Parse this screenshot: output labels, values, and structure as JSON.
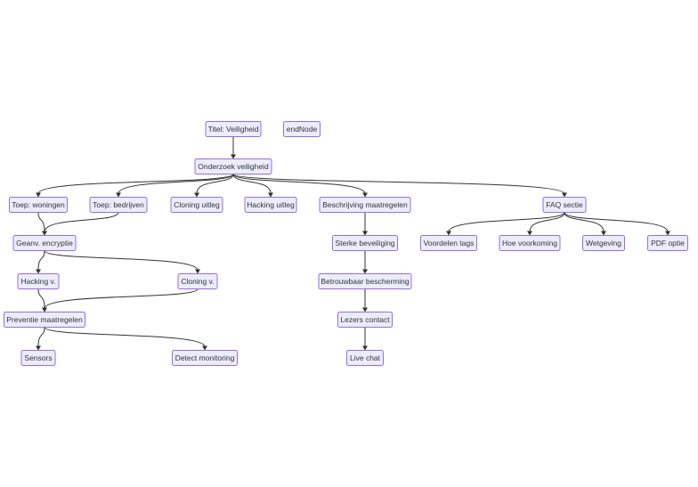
{
  "diagram": {
    "nodes": [
      {
        "id": "titel",
        "label": "Titel: Veiligheid"
      },
      {
        "id": "end",
        "label": "endNode"
      },
      {
        "id": "onderzoek",
        "label": "Onderzoek veiligheid"
      },
      {
        "id": "woningen",
        "label": "Toep: woningen"
      },
      {
        "id": "bedrijven",
        "label": "Toep: bedrijven"
      },
      {
        "id": "cloning_uitleg",
        "label": "Cloning uitleg"
      },
      {
        "id": "hacking_uitleg",
        "label": "Hacking uitleg"
      },
      {
        "id": "beschrijving",
        "label": "Beschrijving maatregelen"
      },
      {
        "id": "faq",
        "label": "FAQ sectie"
      },
      {
        "id": "encryptie",
        "label": "Geanv. encryptie"
      },
      {
        "id": "sterke",
        "label": "Sterke beveiliging"
      },
      {
        "id": "voordelen",
        "label": "Voordelen tags"
      },
      {
        "id": "hoe",
        "label": "Hoe voorkoming"
      },
      {
        "id": "wetgeving",
        "label": "Wetgeving"
      },
      {
        "id": "pdf",
        "label": "PDF optie"
      },
      {
        "id": "hacking_v",
        "label": "Hacking v."
      },
      {
        "id": "cloning_v",
        "label": "Cloning v."
      },
      {
        "id": "betrouwbaar",
        "label": "Betrouwbaar bescherming"
      },
      {
        "id": "preventie",
        "label": "Preventie maatregelen"
      },
      {
        "id": "lezers",
        "label": "Lezers contact"
      },
      {
        "id": "sensors",
        "label": "Sensors"
      },
      {
        "id": "detect",
        "label": "Detect monitoring"
      },
      {
        "id": "livechat",
        "label": "Live chat"
      }
    ],
    "edges": [
      {
        "from": "titel",
        "to": "onderzoek"
      },
      {
        "from": "onderzoek",
        "to": "woningen"
      },
      {
        "from": "onderzoek",
        "to": "bedrijven"
      },
      {
        "from": "onderzoek",
        "to": "cloning_uitleg"
      },
      {
        "from": "onderzoek",
        "to": "hacking_uitleg"
      },
      {
        "from": "onderzoek",
        "to": "beschrijving"
      },
      {
        "from": "onderzoek",
        "to": "faq"
      },
      {
        "from": "woningen",
        "to": "encryptie"
      },
      {
        "from": "bedrijven",
        "to": "encryptie"
      },
      {
        "from": "beschrijving",
        "to": "sterke"
      },
      {
        "from": "faq",
        "to": "voordelen"
      },
      {
        "from": "faq",
        "to": "hoe"
      },
      {
        "from": "faq",
        "to": "wetgeving"
      },
      {
        "from": "faq",
        "to": "pdf"
      },
      {
        "from": "encryptie",
        "to": "hacking_v"
      },
      {
        "from": "encryptie",
        "to": "cloning_v"
      },
      {
        "from": "sterke",
        "to": "betrouwbaar"
      },
      {
        "from": "hacking_v",
        "to": "preventie"
      },
      {
        "from": "cloning_v",
        "to": "preventie"
      },
      {
        "from": "betrouwbaar",
        "to": "lezers"
      },
      {
        "from": "preventie",
        "to": "sensors"
      },
      {
        "from": "preventie",
        "to": "detect"
      },
      {
        "from": "lezers",
        "to": "livechat"
      }
    ]
  }
}
